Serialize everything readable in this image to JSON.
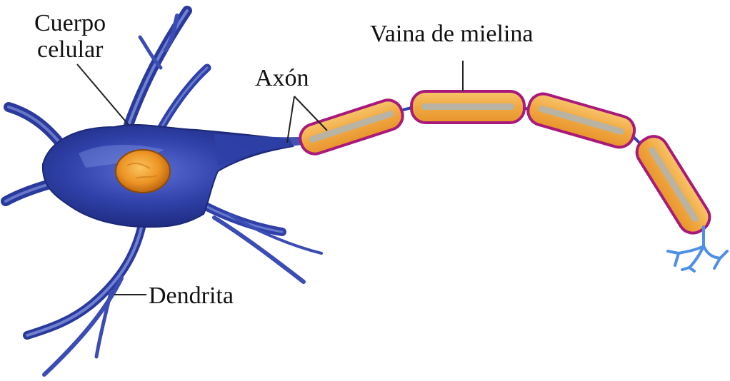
{
  "labels": {
    "cell_body_line1": "Cuerpo",
    "cell_body_line2": "celular",
    "axon": "Axón",
    "myelin_sheath": "Vaina de mielina",
    "dendrite": "Dendrita"
  },
  "colors": {
    "neuron_body": "#2a3a9c",
    "neuron_highlight": "#8fa0ea",
    "dendrite_light": "#7f95e0",
    "nucleus": "#e88a1c",
    "nucleus_light": "#f6b95a",
    "myelin_fill": "#f4b04a",
    "myelin_border": "#a8197a",
    "axon_core": "#b9b3a3",
    "terminal": "#4f8fe6",
    "leader_line": "#222222"
  }
}
